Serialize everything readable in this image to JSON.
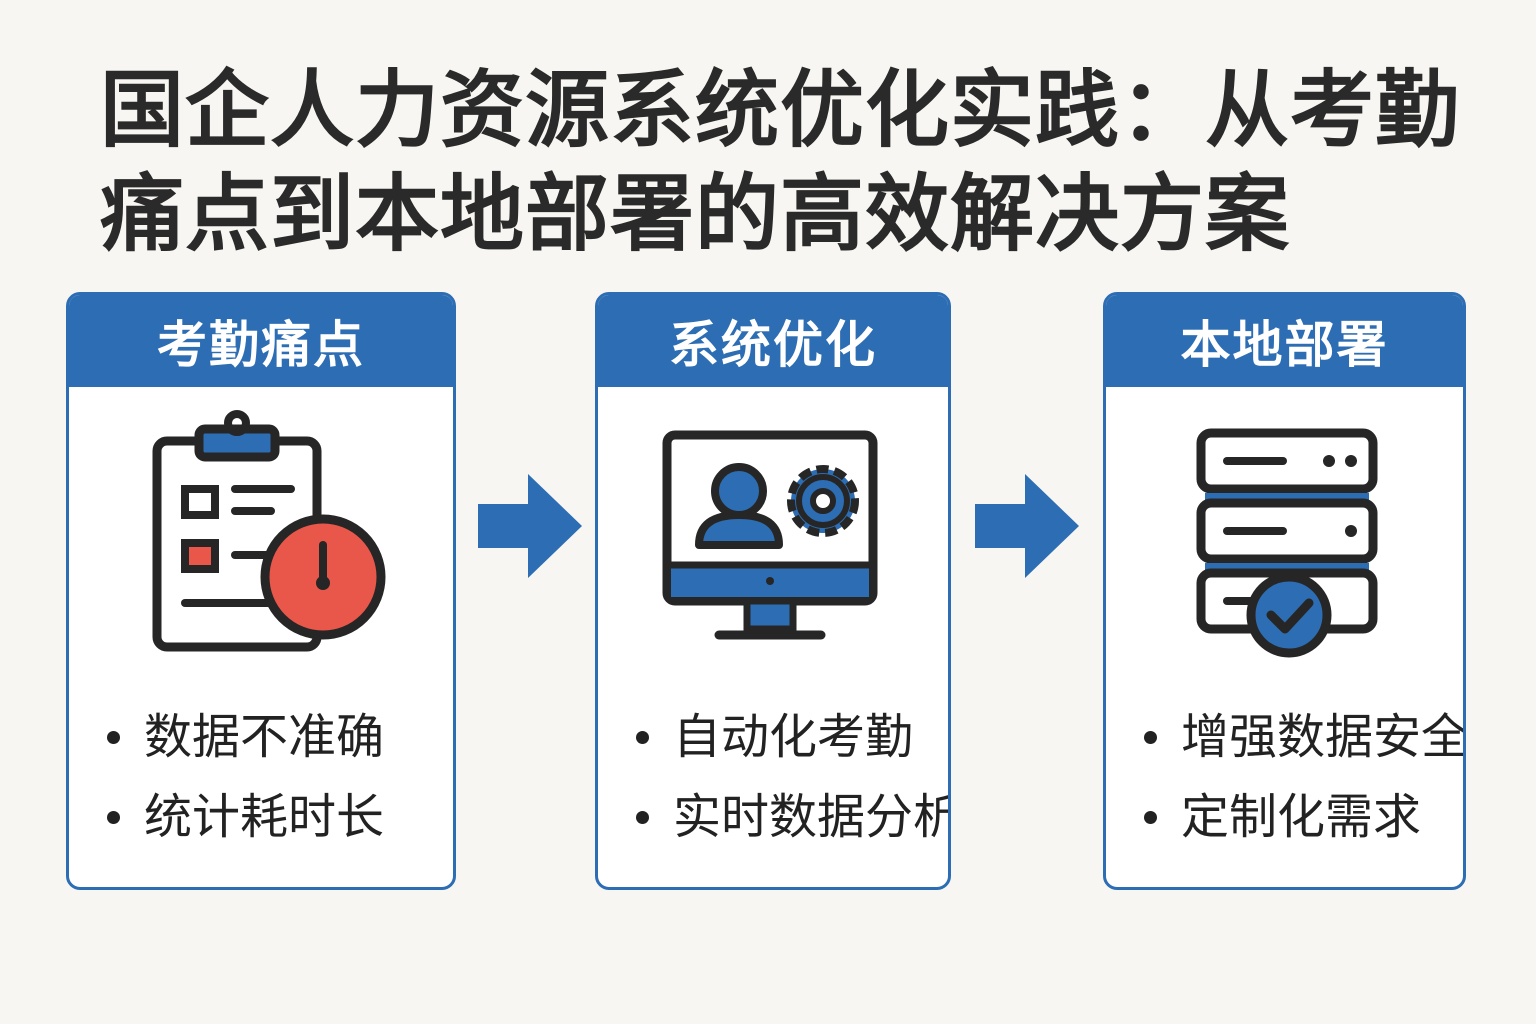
{
  "title": {
    "line1": "国企人力资源系统优化实践：从考勤",
    "line2": "痛点到本地部署的高效解决方案"
  },
  "cards": [
    {
      "heading": "考勤痛点",
      "icon": "clipboard-clock-icon",
      "items": [
        "数据不准确",
        "统计耗时长"
      ]
    },
    {
      "heading": "系统优化",
      "icon": "monitor-user-gear-icon",
      "items": [
        "自动化考勤",
        "实时数据分析"
      ]
    },
    {
      "heading": "本地部署",
      "icon": "server-check-icon",
      "items": [
        "增强数据安全",
        "定制化需求"
      ]
    }
  ],
  "colors": {
    "primary": "#2c6db3",
    "accent": "#e8574a",
    "background": "#f8f6f2",
    "text": "#262626"
  }
}
